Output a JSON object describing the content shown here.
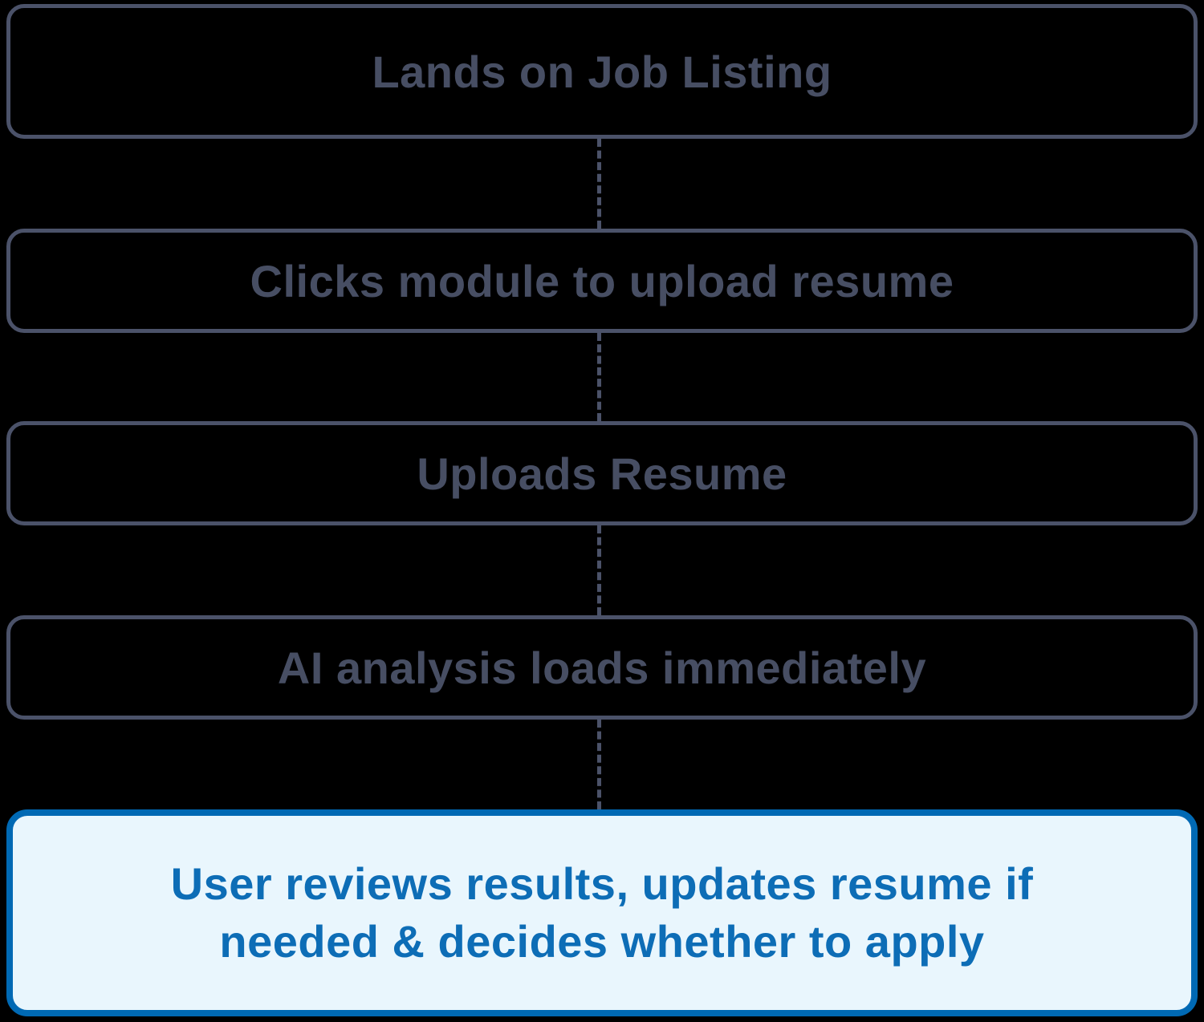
{
  "diagram": {
    "type": "flowchart",
    "direction": "top-to-bottom",
    "colors": {
      "background": "#000000",
      "step_border": "#4b5269",
      "step_text": "#474e63",
      "connector": "#4b5269",
      "highlight_border": "#0069b4",
      "highlight_text": "#0d6db6",
      "highlight_fill": "#e9f6fd"
    },
    "steps": [
      {
        "label": "Lands on Job Listing",
        "highlighted": false
      },
      {
        "label": "Clicks module to upload resume",
        "highlighted": false
      },
      {
        "label": "Uploads Resume",
        "highlighted": false
      },
      {
        "label": "AI analysis loads immediately",
        "highlighted": false
      },
      {
        "label": "User reviews results, updates resume if needed & decides whether to apply",
        "highlighted": true
      }
    ],
    "connector_style": "dashed"
  }
}
